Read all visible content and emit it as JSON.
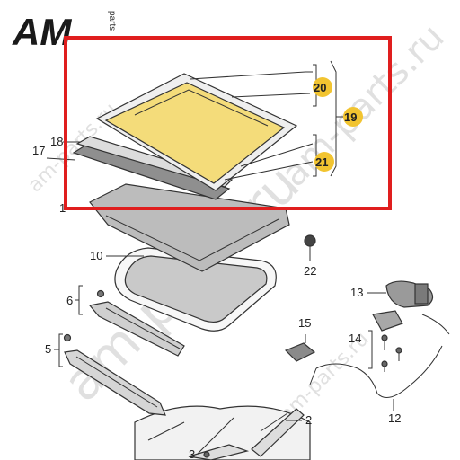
{
  "logo": {
    "main": "AM",
    "sub": "parts"
  },
  "watermarks": [
    "am-parts.ru",
    "am-parts.ru",
    "am-parts.ru",
    "am-parts.ru"
  ],
  "highlight": {
    "color": "#e01e1e"
  },
  "callouts": {
    "p20": "20",
    "p19": "19",
    "p21": "21",
    "p18": "18",
    "p17": "17",
    "p1": "1",
    "p10": "10",
    "p22": "22",
    "p6": "6",
    "p5": "5",
    "p13": "13",
    "p15": "15",
    "p14": "14",
    "p12": "12",
    "p2": "2",
    "p3": "3"
  },
  "colors": {
    "glass": "#f4dc7a",
    "badge": "#f2c430",
    "panel": "#b9b9b9",
    "frame": "#e0e0e0"
  }
}
